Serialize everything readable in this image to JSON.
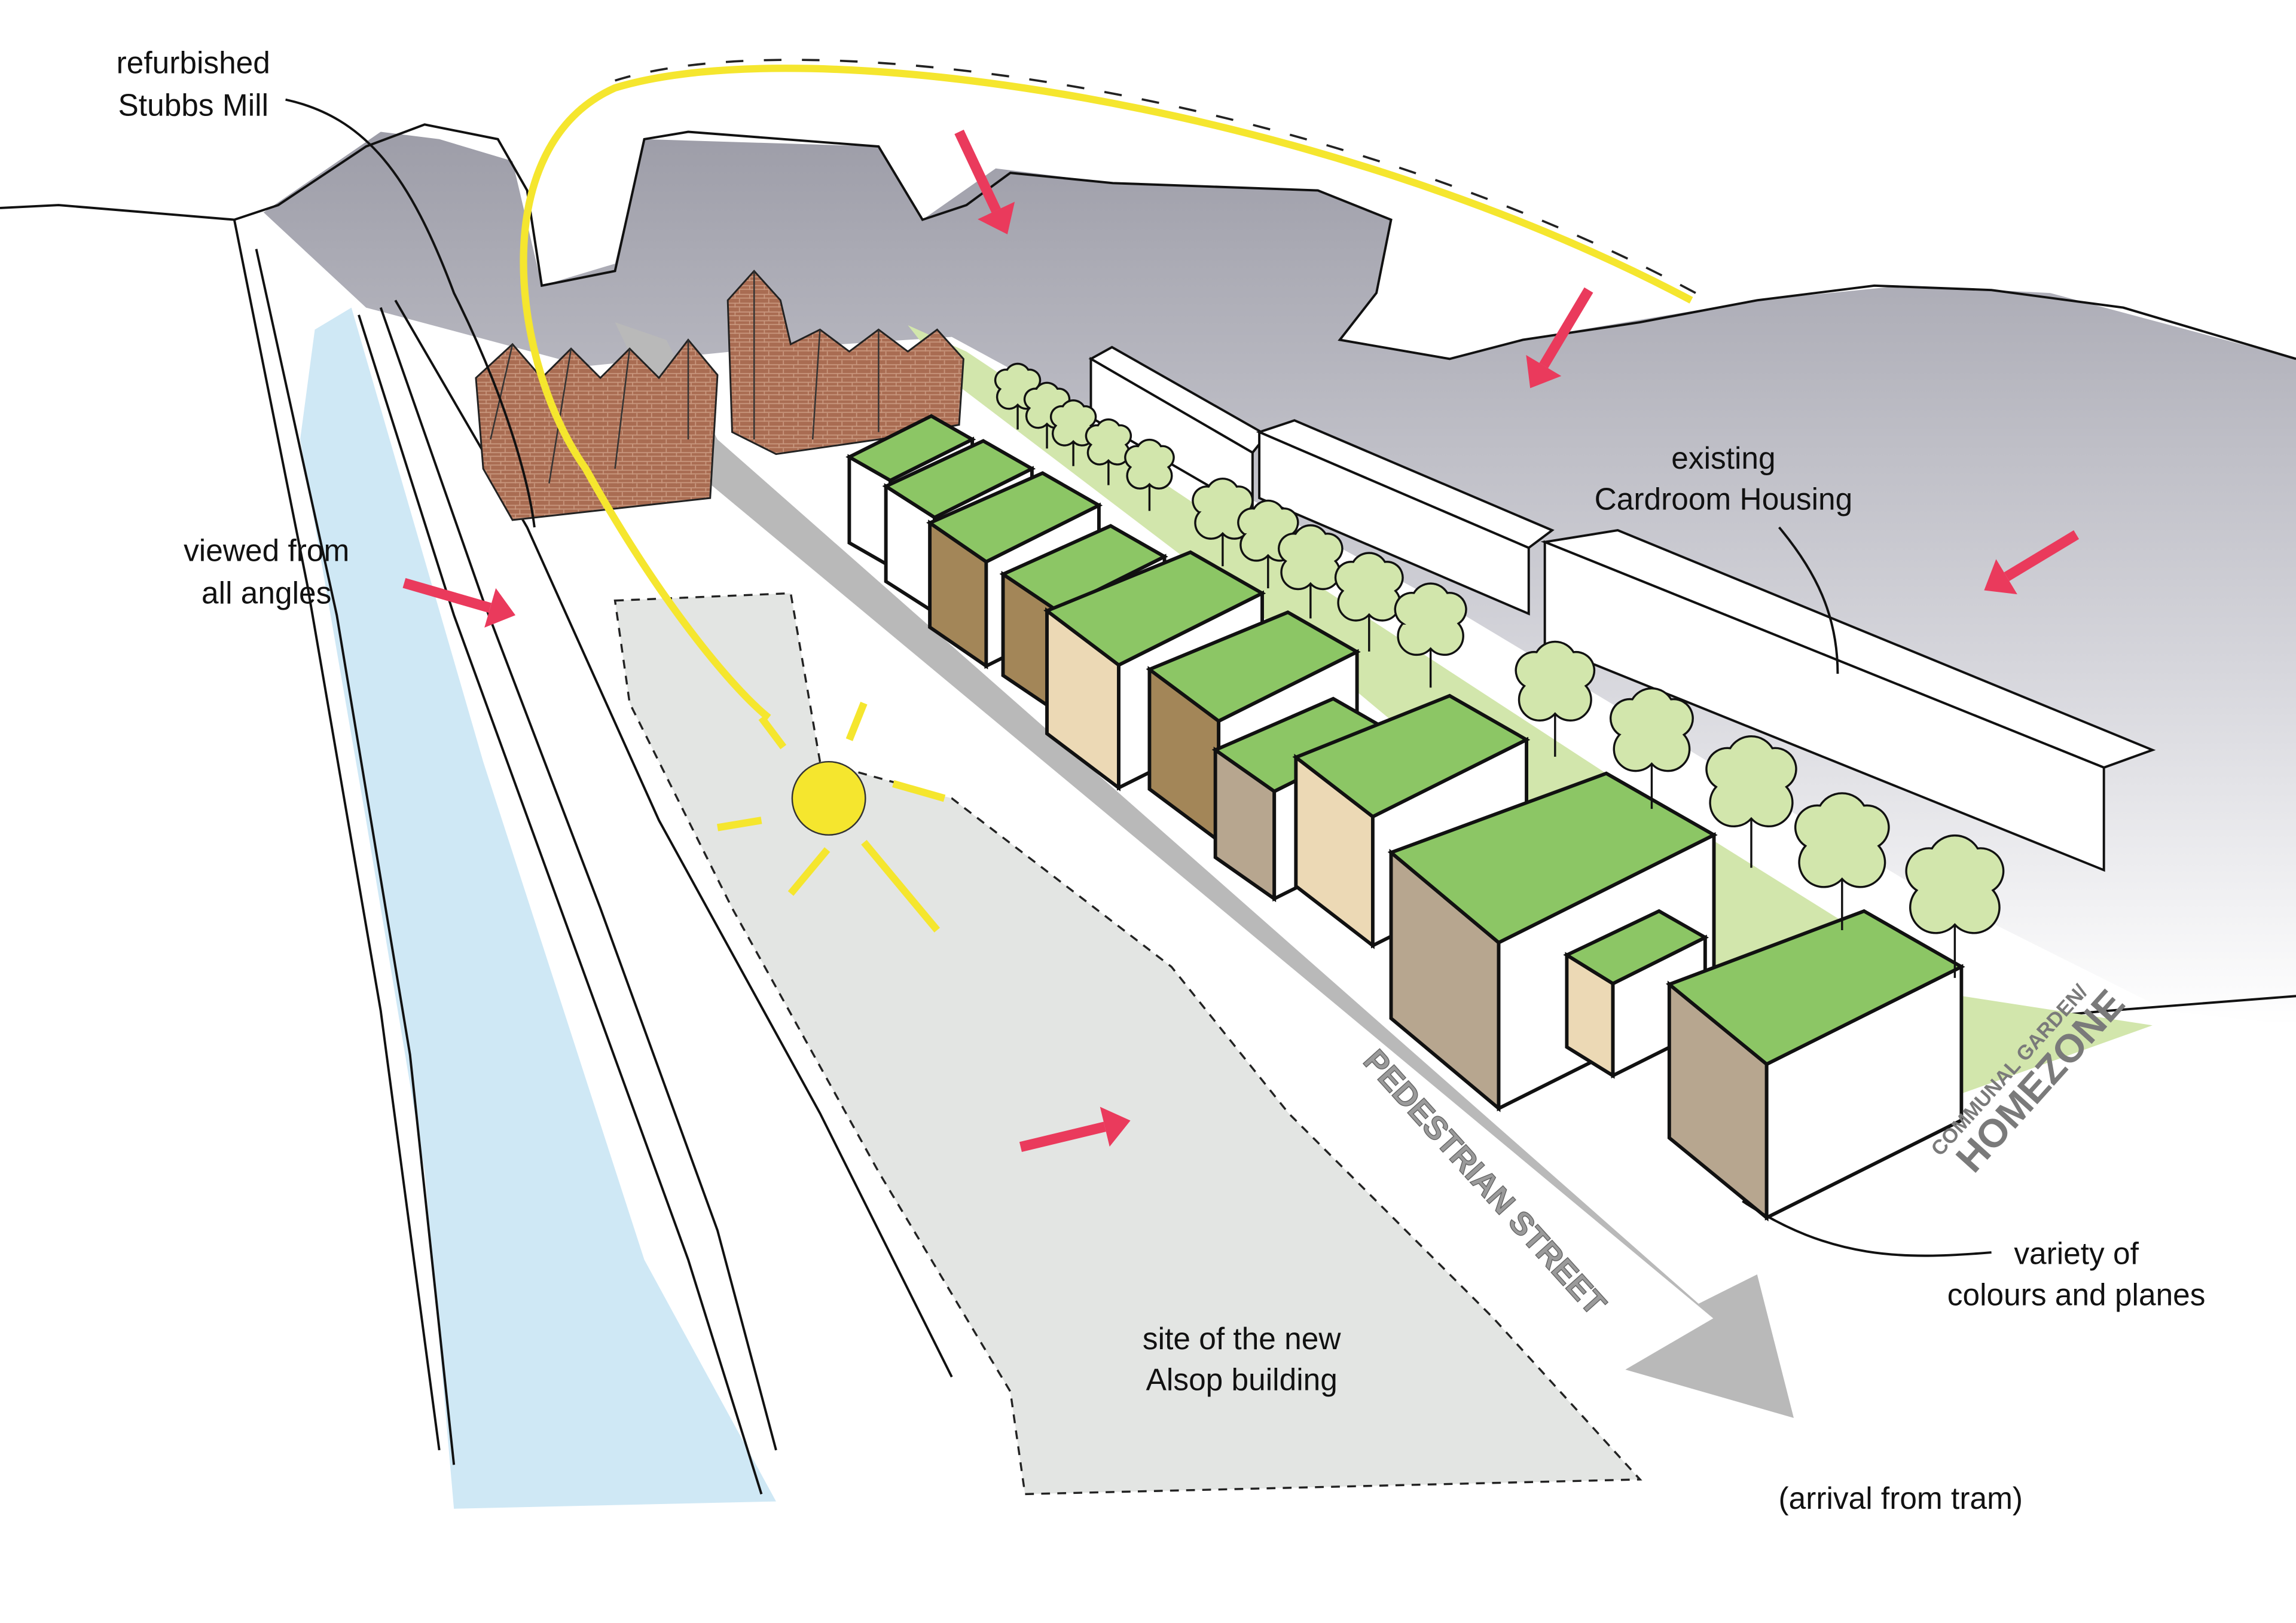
{
  "labels": {
    "stubbs_mill": [
      "refurbished",
      "Stubbs Mill"
    ],
    "viewed": [
      "viewed from",
      "all angles"
    ],
    "cardroom": [
      "existing",
      "Cardroom Housing"
    ],
    "variety": [
      "variety of",
      "colours and planes"
    ],
    "alsop": [
      "site of the new",
      "Alsop building"
    ],
    "arrival": "(arrival from tram)",
    "pedestrian_street": "PEDESTRIAN STREET",
    "communal_garden": "COMMUNAL GARDEN/",
    "homezone": "HOMEZONE"
  },
  "colors": {
    "sky": "#a9a9b3",
    "river": "#cfe8f5",
    "site": "#e3e5e3",
    "street_arrow": "#b9b9b9",
    "grass": "#d2e6ac",
    "roof": "#8cc665",
    "brick": "#a7694f",
    "sun": "#f5e62e",
    "arrow": "#ea3a5c"
  }
}
